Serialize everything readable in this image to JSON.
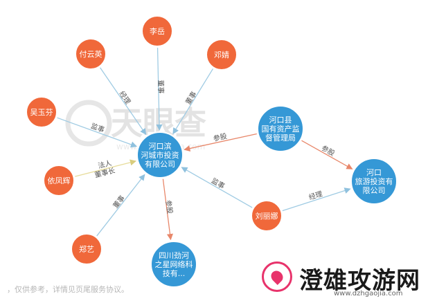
{
  "watermark": {
    "logo_text": "天眼查",
    "site": "www.tianyancha.com"
  },
  "nodes": [
    {
      "id": "lixiao",
      "label": [
        "李岳"
      ],
      "kind": "person"
    },
    {
      "id": "fuyunying",
      "label": [
        "付云英"
      ],
      "kind": "person"
    },
    {
      "id": "dengjing",
      "label": [
        "邓婧"
      ],
      "kind": "person"
    },
    {
      "id": "wuyufen",
      "label": [
        "吴玉芬"
      ],
      "kind": "person"
    },
    {
      "id": "yifenghui",
      "label": [
        "依凤辉"
      ],
      "kind": "person"
    },
    {
      "id": "zhengyi",
      "label": [
        "郑艺"
      ],
      "kind": "person"
    },
    {
      "id": "liulina",
      "label": [
        "刘丽娜"
      ],
      "kind": "person"
    },
    {
      "id": "hekou_bincheng",
      "label": [
        "河口滨",
        "河城市投资",
        "有限公司"
      ],
      "kind": "company"
    },
    {
      "id": "hekou_guoziju",
      "label": [
        "河口县",
        "国有资产监",
        "督管理局"
      ],
      "kind": "company"
    },
    {
      "id": "hekou_lvyou",
      "label": [
        "河口",
        "旅游投资有",
        "限公司"
      ],
      "kind": "company"
    },
    {
      "id": "sichuan_star",
      "label": [
        "四川劲河",
        "之星网络科",
        "技有..."
      ],
      "kind": "company"
    }
  ],
  "edges": [
    {
      "from": "lixiao",
      "to": "hekou_bincheng",
      "label": "董事"
    },
    {
      "from": "fuyunying",
      "to": "hekou_bincheng",
      "label": "经理"
    },
    {
      "from": "dengjing",
      "to": "hekou_bincheng",
      "label": "董事"
    },
    {
      "from": "wuyufen",
      "to": "hekou_bincheng",
      "label": "监事"
    },
    {
      "from": "yifenghui",
      "to": "hekou_bincheng",
      "label": "法人",
      "label2": "董事长"
    },
    {
      "from": "zhengyi",
      "to": "hekou_bincheng",
      "label": "董事"
    },
    {
      "from": "liulina",
      "to": "hekou_bincheng",
      "label": "监事"
    },
    {
      "from": "hekou_guoziju",
      "to": "hekou_bincheng",
      "label": "参股"
    },
    {
      "from": "hekou_guoziju",
      "to": "hekou_lvyou",
      "label": "参股"
    },
    {
      "from": "liulina",
      "to": "hekou_lvyou",
      "label": "经理"
    },
    {
      "from": "hekou_bincheng",
      "to": "sichuan_star",
      "label": "参股"
    }
  ],
  "colors": {
    "person_fill": "#f0683a",
    "company_fill": "#3598d6",
    "node_stroke": "#ffffff",
    "edge_role": "#9fcbe3",
    "edge_invest": "#e8876a",
    "edge_legal": "#e7dc9a"
  },
  "footer": {
    "note": "，仅供参考，详情见页尾服务协议。"
  },
  "brand": {
    "title": "澄雄攻游网",
    "url": "www.dzhgaojia.com"
  }
}
